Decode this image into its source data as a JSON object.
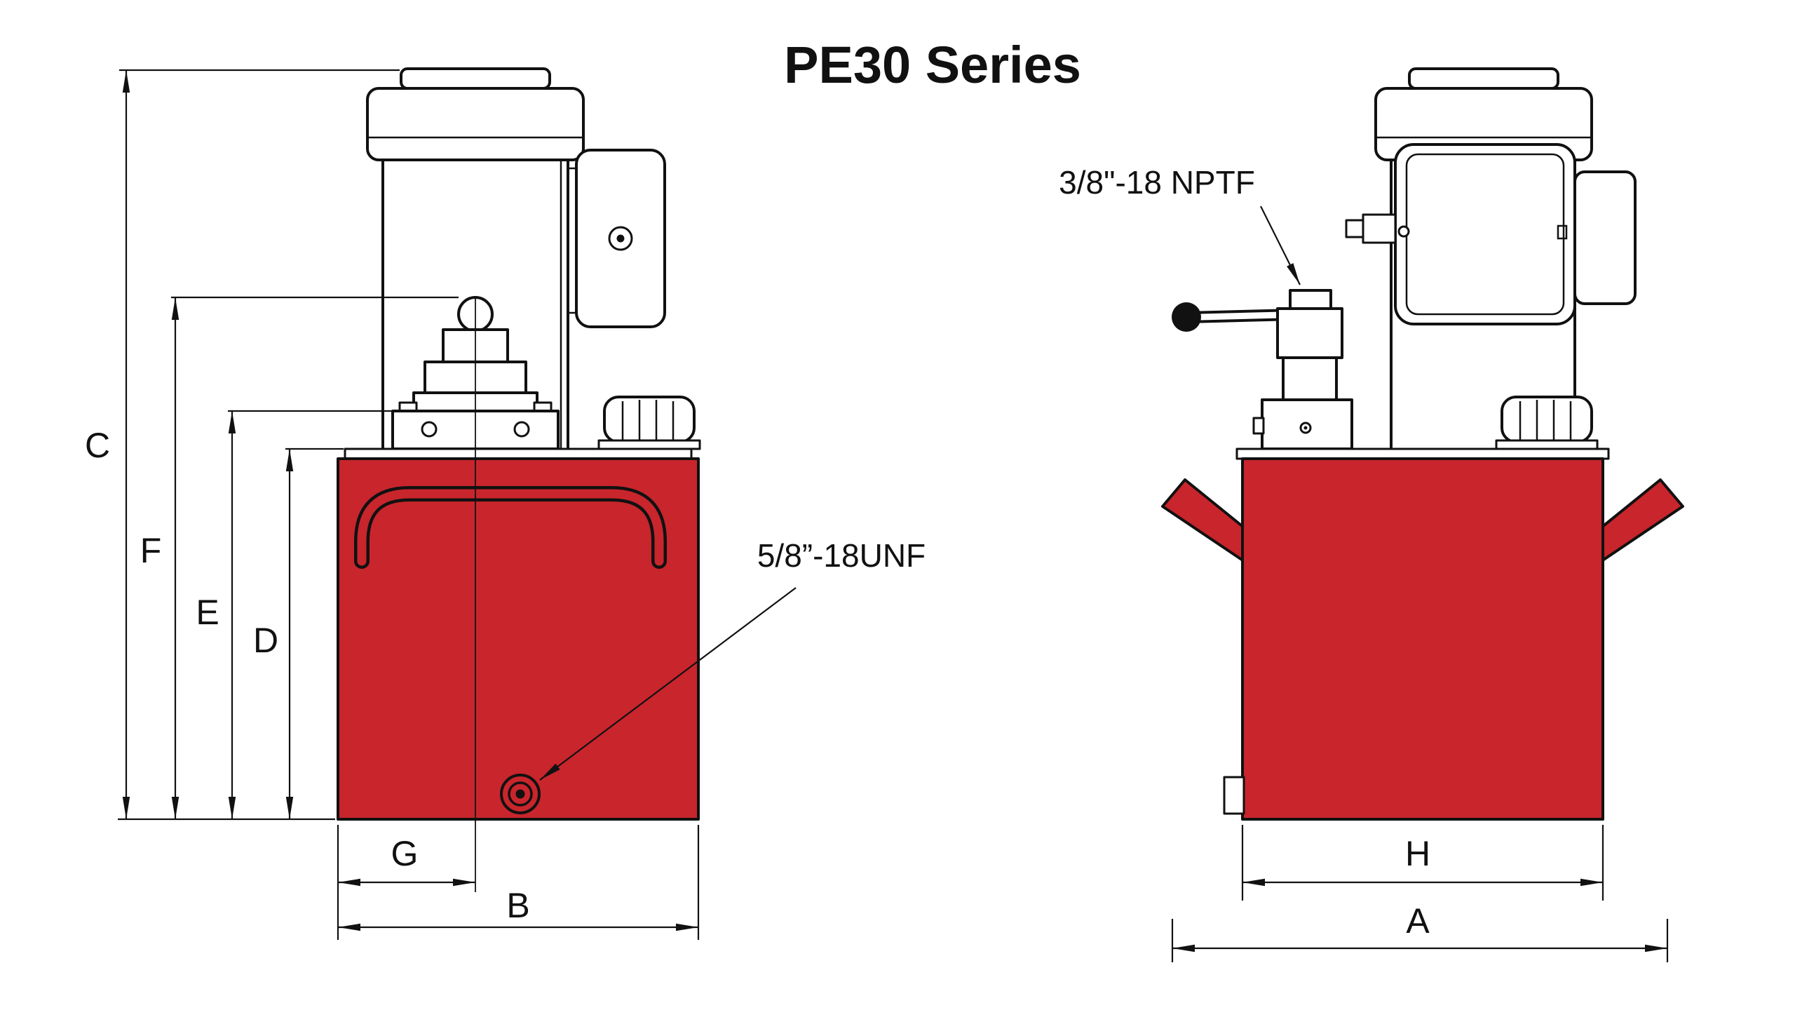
{
  "title": "PE30 Series",
  "callouts": {
    "valve_thread": "3/8\"-18 NPTF",
    "drain_thread": "5/8”-18UNF"
  },
  "dimension_labels": {
    "A": "A",
    "B": "B",
    "C": "C",
    "D": "D",
    "E": "E",
    "F": "F",
    "G": "G",
    "H": "H"
  },
  "colors": {
    "tank_red": "#c9252c",
    "line": "#111111",
    "background": "#ffffff"
  }
}
